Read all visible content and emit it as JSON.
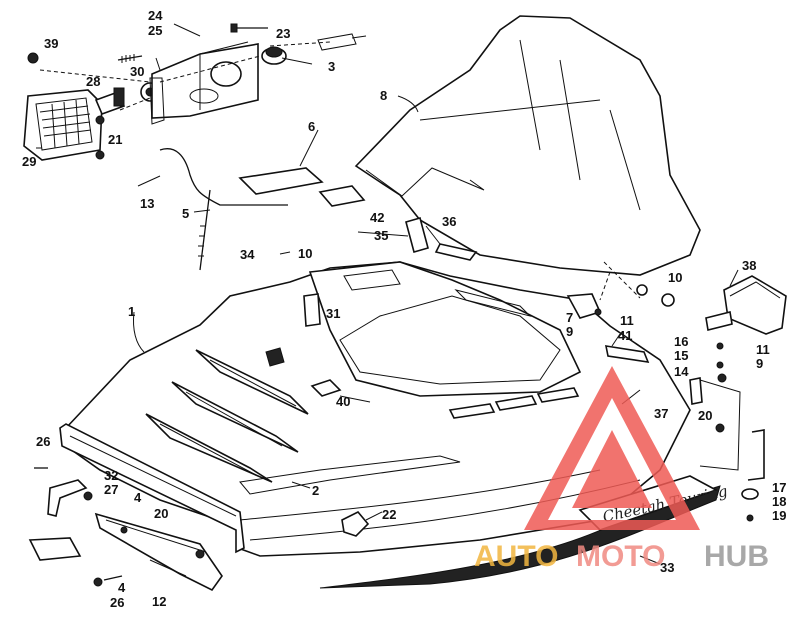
{
  "diagram": {
    "callouts": [
      "1",
      "2",
      "3",
      "4",
      "4",
      "5",
      "6",
      "7",
      "8",
      "9",
      "9",
      "10",
      "10",
      "11",
      "11",
      "12",
      "13",
      "14",
      "15",
      "16",
      "17",
      "18",
      "19",
      "20",
      "20",
      "21",
      "22",
      "23",
      "24",
      "25",
      "26",
      "26",
      "27",
      "28",
      "29",
      "30",
      "31",
      "32",
      "33",
      "34",
      "35",
      "36",
      "37",
      "38",
      "39",
      "40",
      "41",
      "42"
    ],
    "decal_text": "Cheetah Touring"
  },
  "watermark": {
    "text_auto": "AUTO",
    "text_moto": "MOTO",
    "text_hub": "HUB",
    "colors": {
      "auto": "#f2b640",
      "moto": "#f08a82",
      "hub": "#9a9a9a",
      "triangle": "#ef5a55"
    }
  }
}
